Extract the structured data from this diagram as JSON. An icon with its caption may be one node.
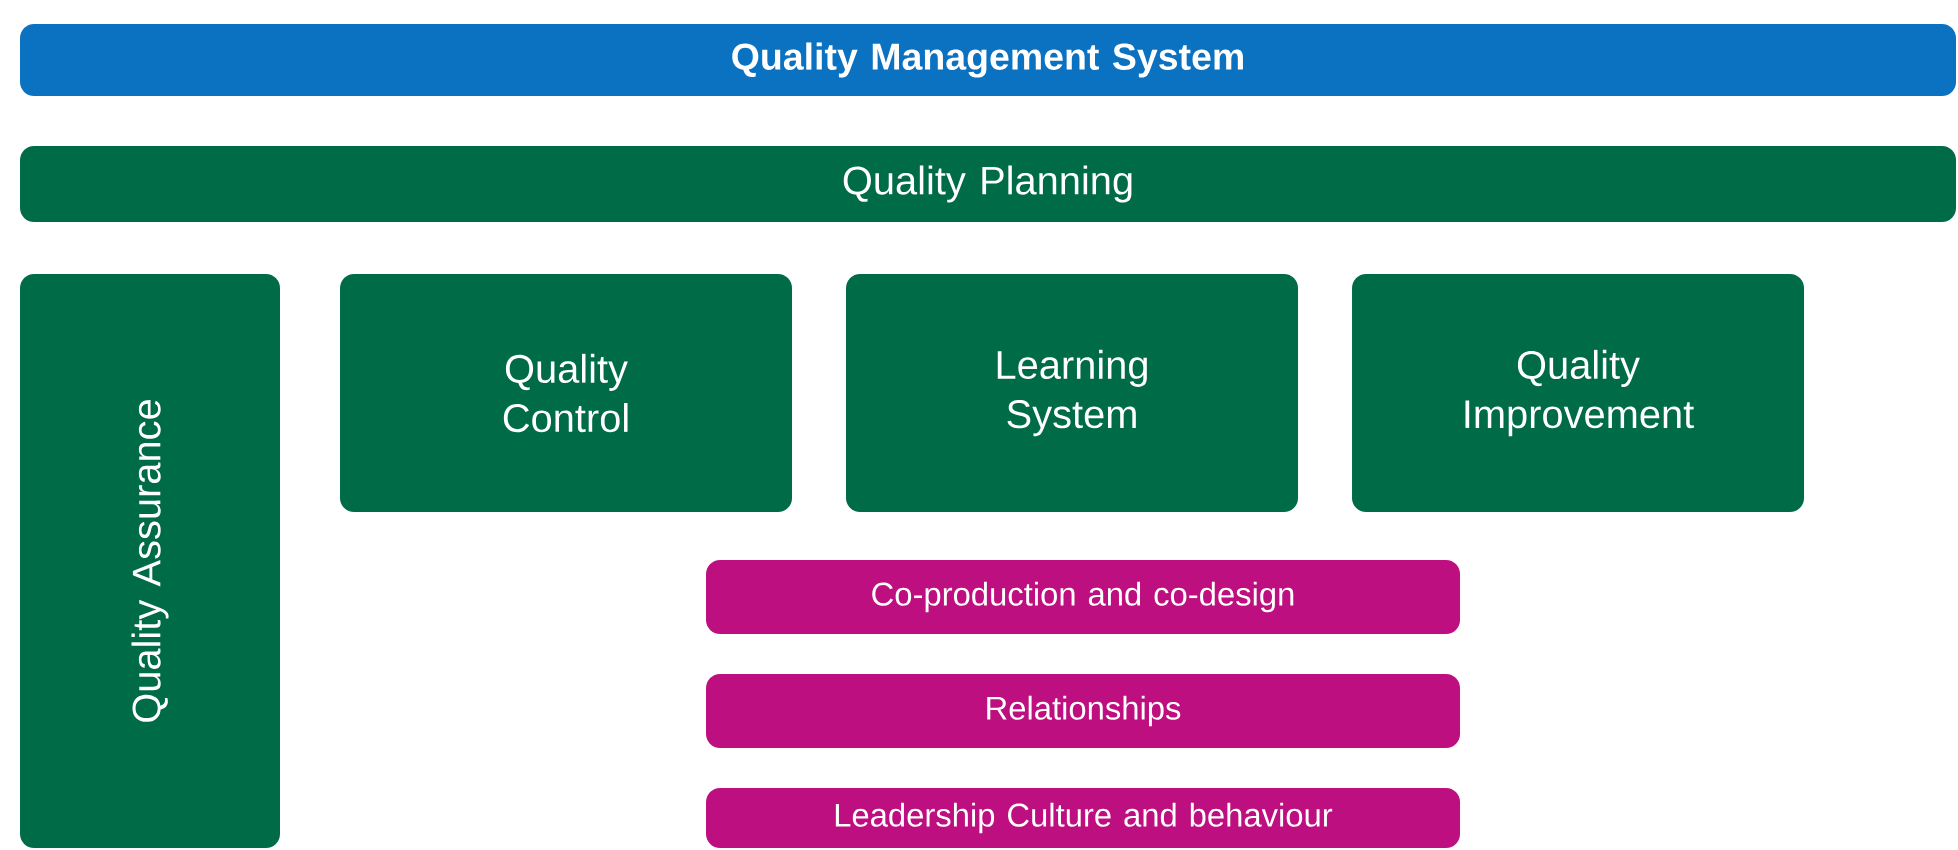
{
  "diagram": {
    "nodes": [
      {
        "text": [
          "Quality Management System"
        ]
      },
      {
        "text": [
          "Quality Planning"
        ]
      },
      {
        "text": [
          "Quality Assurance"
        ]
      },
      {
        "text": [
          "Quality Control"
        ]
      },
      {
        "text": [
          "Learning System"
        ]
      },
      {
        "text": [
          "Quality Improvement"
        ]
      },
      {
        "text": [
          "Co-production and co-design"
        ]
      },
      {
        "text": [
          "Relationships"
        ]
      },
      {
        "text": [
          "Leadership Culture and behaviour"
        ]
      }
    ]
  }
}
